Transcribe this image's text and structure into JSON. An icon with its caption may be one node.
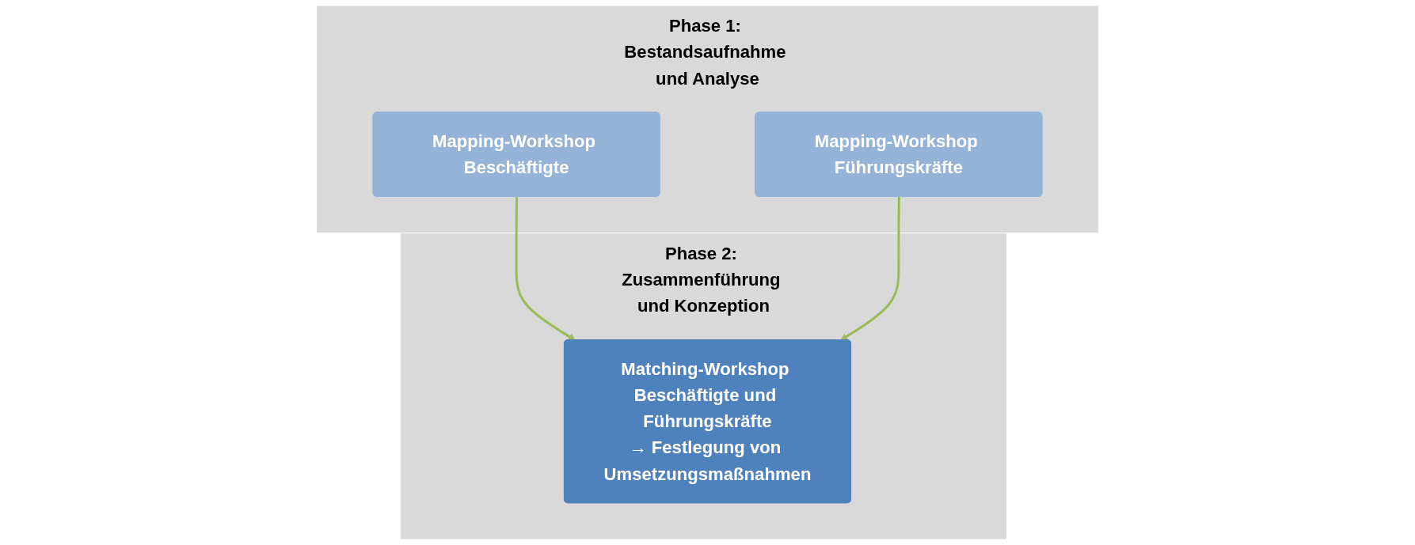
{
  "diagram": {
    "nodes": [
      {
        "text": [
          "Phase 1: Bestandsaufnahme und Analyse"
        ]
      },
      {
        "text": [
          "Mapping-Workshop Beschäftigte"
        ],
        "in": 0
      },
      {
        "text": [
          "Mapping-Workshop Führungskräfte"
        ],
        "in": 0
      },
      {
        "text": [
          "Phase 2: Zusammenführung und Konzeption"
        ]
      },
      {
        "text": [
          "Matching-Workshop Beschäftigte und Führungskräfte",
          "→ Festlegung von Umsetzungsmaßnahmen"
        ],
        "in": 3
      }
    ],
    "edges": [
      {
        "from": 1,
        "to": 4,
        "arrow": "to",
        "color": "#9bbb59"
      },
      {
        "from": 2,
        "to": 4,
        "arrow": "to",
        "color": "#9bbb59"
      }
    ]
  }
}
